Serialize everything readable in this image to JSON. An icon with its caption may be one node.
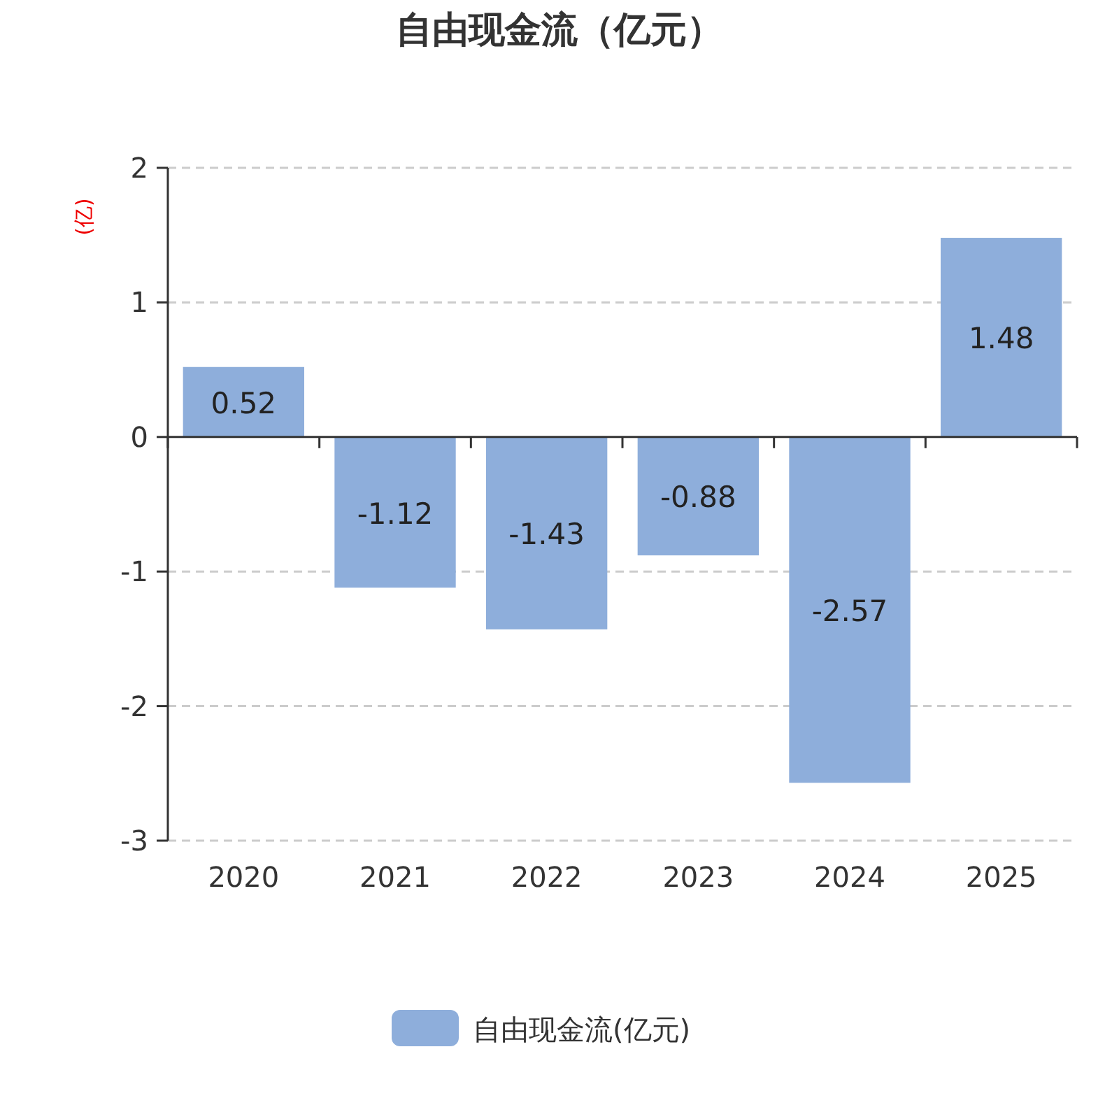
{
  "diagram": {
    "title": "自由现金流（亿元）",
    "chart_data": {
      "type": "bar",
      "ylabel": "(亿)",
      "categories": [
        "2020",
        "2021",
        "2022",
        "2023",
        "2024",
        "2025"
      ],
      "series": [
        {
          "name": "自由现金流(亿元)",
          "color": "#8eaedb",
          "values": [
            0.52,
            -1.12,
            -1.43,
            -0.88,
            -2.57,
            1.48
          ]
        }
      ],
      "ylim": [
        -3,
        2
      ],
      "grid": true,
      "yticks": [
        -3,
        -2,
        -1,
        0,
        1,
        2
      ],
      "data_labels": true
    }
  }
}
